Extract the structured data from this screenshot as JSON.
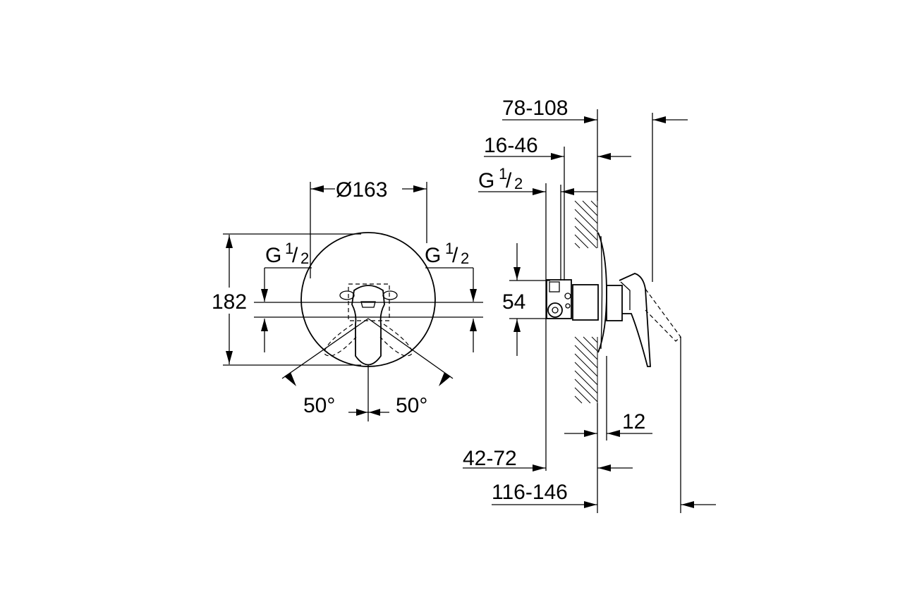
{
  "front_view": {
    "diameter_label": "Ø163",
    "height_label": "182",
    "thread_left": {
      "g": "G",
      "num": "1",
      "sep": "/",
      "den": "2"
    },
    "thread_right": {
      "g": "G",
      "num": "1",
      "sep": "/",
      "den": "2"
    },
    "angle_left": "50°",
    "angle_right": "50°"
  },
  "side_view": {
    "dim_78_108": "78-108",
    "dim_16_46": "16-46",
    "thread": {
      "g": "G",
      "num": "1",
      "sep": "/",
      "den": "2"
    },
    "dim_54": "54",
    "dim_12": "12",
    "dim_42_72": "42-72",
    "dim_116_146": "116-146"
  }
}
